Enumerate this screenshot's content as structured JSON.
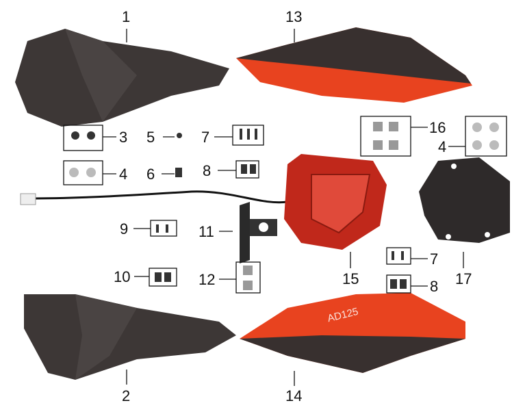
{
  "title": "Rear cowl and tail light parts diagram",
  "part_text": "AD125",
  "colors": {
    "orange": "#e8431f",
    "dark": "#3a3433",
    "line": "#111111"
  },
  "callouts": {
    "p1": "1",
    "p2": "2",
    "p3": "3",
    "p4a": "4",
    "p4b": "4",
    "p5": "5",
    "p6": "6",
    "p7a": "7",
    "p7b": "7",
    "p8a": "8",
    "p8b": "8",
    "p9": "9",
    "p10": "10",
    "p11": "11",
    "p12": "12",
    "p13": "13",
    "p14": "14",
    "p15": "15",
    "p16": "16",
    "p17": "17"
  }
}
